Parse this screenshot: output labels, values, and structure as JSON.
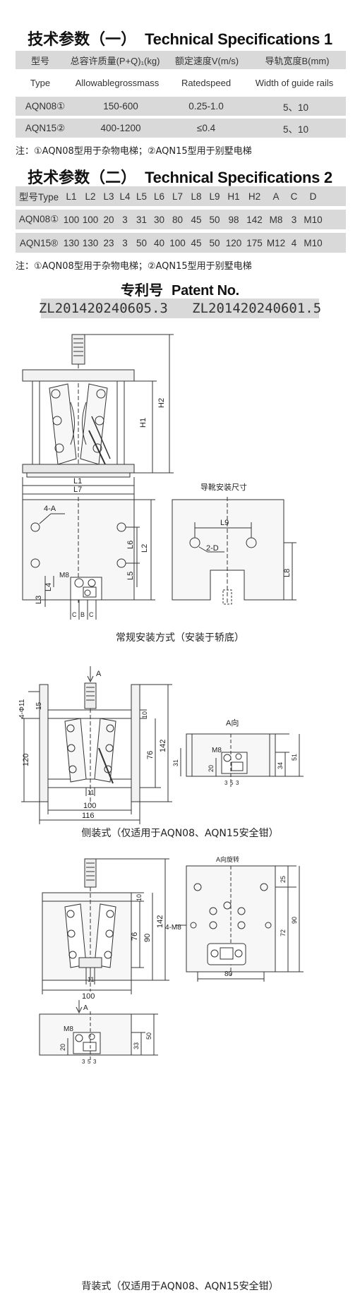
{
  "spec1": {
    "title_cn": "技术参数（一）",
    "title_en": "Technical Specifications 1",
    "header_cn": [
      "型号",
      "总容许质量(P+Q)₁(kg)",
      "额定速度V(m/s)",
      "导轨宽度B(mm)"
    ],
    "header_en": [
      "Type",
      "Allowablegrossmass",
      "Ratedspeed",
      "Width of guide rails"
    ],
    "rows": [
      [
        "AQN08①",
        "150-600",
        "0.25-1.0",
        "5、10"
      ],
      [
        "AQN15②",
        "400-1200",
        "≤0.4",
        "5、10"
      ]
    ],
    "note": "注：①AQN08型用于杂物电梯；②AQN15型用于别墅电梯"
  },
  "spec2": {
    "title_cn": "技术参数（二）",
    "title_en": "Technical Specifications 2",
    "header": [
      "型号Type",
      "L1",
      "L2",
      "L3",
      "L4",
      "L5",
      "L6",
      "L7",
      "L8",
      "L9",
      "H1",
      "H2",
      "A",
      "C",
      "D"
    ],
    "rows": [
      [
        "AQN08①",
        "100",
        "100",
        "20",
        "3",
        "31",
        "30",
        "80",
        "45",
        "50",
        "98",
        "142",
        "M8",
        "3",
        "M10"
      ],
      [
        "AQN15®",
        "130",
        "130",
        "23",
        "3",
        "50",
        "40",
        "100",
        "45",
        "50",
        "120",
        "175",
        "M12",
        "4",
        "M10"
      ]
    ],
    "note": "注：①AQN08型用于杂物电梯；②AQN15型用于别墅电梯"
  },
  "patent": {
    "title_cn": "专利号",
    "title_en": "Patent No.",
    "numbers": "ZL201420240605.3   ZL201420240601.5"
  },
  "drawing1": {
    "dims": {
      "H1": "H1",
      "H2": "H2",
      "L1": "L1",
      "L7": "L7",
      "L2": "L2",
      "L3": "L3",
      "L4": "L4",
      "L5": "L5",
      "L6": "L6",
      "L8": "L8",
      "L9": "L9",
      "holes": "4-A",
      "guide_holes": "2-D",
      "bolt": "M8",
      "c1": "C",
      "b": "B",
      "c2": "C"
    },
    "guide_label": "导靴安装尺寸",
    "caption": "常规安装方式（安装于轿底）"
  },
  "drawing2": {
    "dims": {
      "holes": "4-Φ11",
      "d15": "15",
      "d120": "120",
      "d10": "10",
      "d76": "76",
      "d142": "142",
      "d11": "11",
      "d100": "100",
      "d116": "116",
      "view": "A向",
      "arrow": "A",
      "bolt": "M8",
      "d31": "31",
      "d20": "20",
      "d34": "34",
      "d51": "51",
      "d3a": "3",
      "d5": "5",
      "d3b": "3"
    },
    "caption": "侧装式（仅适用于AQN08、AQN15安全钳）"
  },
  "drawing3": {
    "dims": {
      "d10": "10",
      "d76": "76",
      "d90": "90",
      "d142": "142",
      "d11": "11",
      "d100": "100",
      "view": "A向旋转",
      "d25": "25",
      "d72": "72",
      "d90b": "90",
      "holes": "4-M8",
      "d80": "80",
      "arrow": "A",
      "bolt": "M8",
      "d33": "33",
      "d50": "50",
      "d20": "20",
      "d3a": "3",
      "d5": "5",
      "d3b": "3"
    },
    "caption": "背装式（仅适用于AQN08、AQN15安全钳）"
  }
}
